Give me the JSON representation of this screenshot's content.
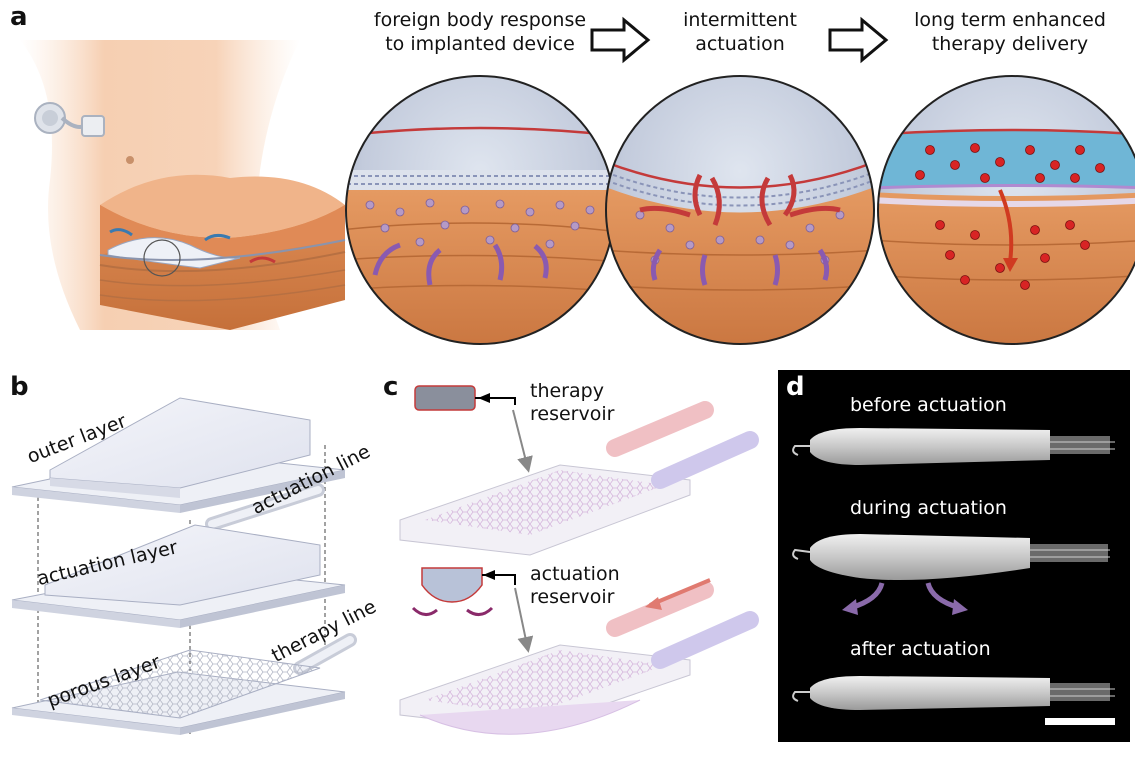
{
  "panels": {
    "a": {
      "letter": "a",
      "steps": [
        {
          "line1": "foreign body response",
          "line2": "to implanted device"
        },
        {
          "line1": "intermittent",
          "line2": "actuation"
        },
        {
          "line1": "long term enhanced",
          "line2": "therapy delivery"
        }
      ]
    },
    "b": {
      "letter": "b",
      "labels": {
        "outer_layer": "outer layer",
        "actuation_line": "actuation line",
        "actuation_layer": "actuation layer",
        "therapy_line": "therapy line",
        "porous_layer": "porous layer"
      }
    },
    "c": {
      "letter": "c",
      "therapy_line1": "therapy",
      "therapy_line2": "reservoir",
      "actuation_line1": "actuation",
      "actuation_line2": "reservoir"
    },
    "d": {
      "letter": "d",
      "before": "before actuation",
      "during": "during actuation",
      "after": "after actuation"
    }
  },
  "colors": {
    "skin": "#f4c6a0",
    "tissue": "#d98a52",
    "fluid_blue": "#6fb6d6",
    "red_line": "#c43a3a",
    "purple_arrow": "#8a5ab0",
    "dark_bg": "#000000"
  }
}
